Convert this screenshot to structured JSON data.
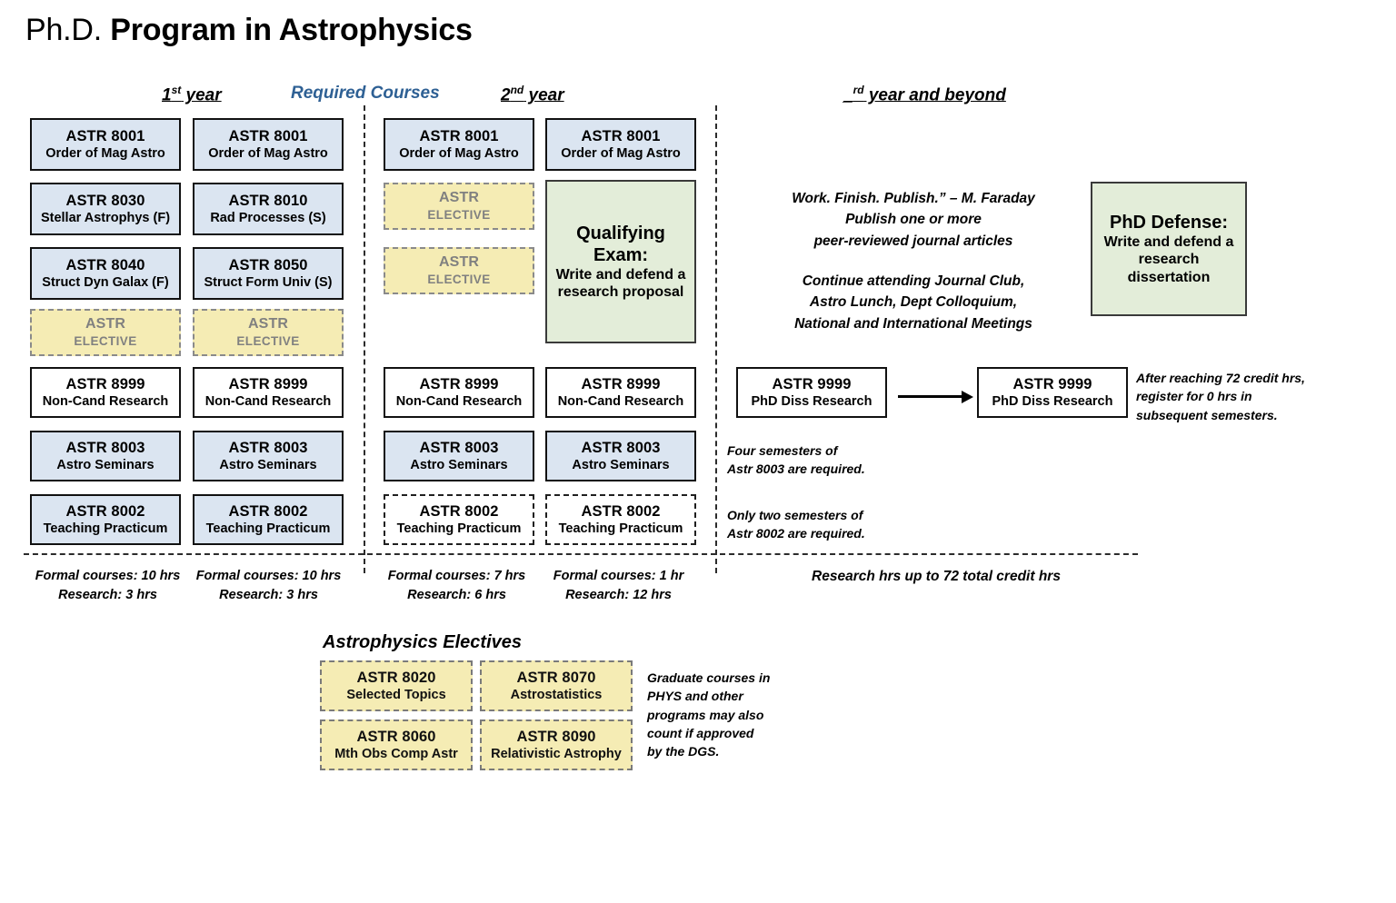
{
  "title": {
    "light": "Ph.D.",
    "bold": "Program in Astrophysics"
  },
  "headers": {
    "year1": {
      "num": "1",
      "ord": "st",
      "word": " year"
    },
    "required_courses": "Required Courses",
    "year2": {
      "num": "2",
      "ord": "nd",
      "word": " year"
    },
    "year3": {
      "num": "_",
      "ord": "rd",
      "word": " year and beyond"
    }
  },
  "year1": {
    "fall": [
      {
        "code": "ASTR 8001",
        "name": "Order of Mag Astro",
        "style": "blue"
      },
      {
        "code": "ASTR 8030",
        "name": "Stellar Astrophys (F)",
        "style": "blue"
      },
      {
        "code": "ASTR 8040",
        "name": "Struct Dyn Galax (F)",
        "style": "blue"
      },
      {
        "code": "ASTR",
        "name": "ELECTIVE",
        "style": "elective"
      },
      {
        "code": "ASTR 8999",
        "name": "Non-Cand Research",
        "style": "white"
      },
      {
        "code": "ASTR 8003",
        "name": "Astro Seminars",
        "style": "blue"
      },
      {
        "code": "ASTR 8002",
        "name": "Teaching Practicum",
        "style": "blue"
      }
    ],
    "spring": [
      {
        "code": "ASTR 8001",
        "name": "Order of Mag Astro",
        "style": "blue"
      },
      {
        "code": "ASTR 8010",
        "name": "Rad Processes (S)",
        "style": "blue"
      },
      {
        "code": "ASTR 8050",
        "name": "Struct Form Univ (S)",
        "style": "blue"
      },
      {
        "code": "ASTR",
        "name": "ELECTIVE",
        "style": "elective"
      },
      {
        "code": "ASTR 8999",
        "name": "Non-Cand Research",
        "style": "white"
      },
      {
        "code": "ASTR 8003",
        "name": "Astro Seminars",
        "style": "blue"
      },
      {
        "code": "ASTR 8002",
        "name": "Teaching Practicum",
        "style": "blue"
      }
    ],
    "summary_fall": "Formal courses: 10 hrs\nResearch: 3 hrs",
    "summary_spring": "Formal courses: 10 hrs\nResearch: 3 hrs"
  },
  "year2": {
    "fall": [
      {
        "code": "ASTR 8001",
        "name": "Order of Mag Astro",
        "style": "blue"
      },
      {
        "code": "ASTR",
        "name": "ELECTIVE",
        "style": "elective"
      },
      {
        "code": "ASTR",
        "name": "ELECTIVE",
        "style": "elective"
      },
      {
        "code": "ASTR 8999",
        "name": "Non-Cand Research",
        "style": "white"
      },
      {
        "code": "ASTR 8003",
        "name": "Astro Seminars",
        "style": "blue"
      },
      {
        "code": "ASTR 8002",
        "name": "Teaching Practicum",
        "style": "dashed-white"
      }
    ],
    "spring": [
      {
        "code": "ASTR 8001",
        "name": "Order of Mag Astro",
        "style": "blue"
      },
      {
        "code": "ASTR 8999",
        "name": "Non-Cand Research",
        "style": "white"
      },
      {
        "code": "ASTR 8003",
        "name": "Astro Seminars",
        "style": "blue"
      },
      {
        "code": "ASTR 8002",
        "name": "Teaching Practicum",
        "style": "dashed-white"
      }
    ],
    "qualifying_exam": {
      "head_line1": "Qualifying",
      "head_line2": "Exam:",
      "sub": "Write and defend a\nresearch proposal"
    },
    "summary_fall": "Formal courses: 7 hrs\nResearch: 6 hrs",
    "summary_spring": "Formal courses: 1 hr\nResearch: 12 hrs"
  },
  "year3": {
    "quote": "Work.  Finish. Publish.”  – M. Faraday\nPublish one or more\npeer-reviewed journal articles",
    "continue_note": "Continue attending Journal Club,\nAstro Lunch, Dept Colloquium,\nNational and International Meetings",
    "defense": {
      "head": "PhD Defense:",
      "sub": "Write and defend a\nresearch dissertation"
    },
    "research_boxes": [
      {
        "code": "ASTR 9999",
        "name": "PhD Diss Research"
      },
      {
        "code": "ASTR 9999",
        "name": "PhD Diss Research"
      }
    ],
    "credit_note": "After reaching 72 credit hrs,\nregister for 0 hrs in\nsubsequent semesters.",
    "seminar_note": "Four semesters of\nAstr 8003 are required.",
    "practicum_note": "Only two semesters of\nAstr 8002 are required.",
    "summary": "Research hrs up to 72 total credit hrs"
  },
  "electives": {
    "title": "Astrophysics Electives",
    "items": [
      {
        "code": "ASTR 8020",
        "name": "Selected Topics"
      },
      {
        "code": "ASTR 8070",
        "name": "Astrostatistics"
      },
      {
        "code": "ASTR 8060",
        "name": "Mth Obs Comp Astr"
      },
      {
        "code": "ASTR 8090",
        "name": "Relativistic Astrophy"
      }
    ],
    "note": "Graduate courses in\nPHYS and other\nprograms may also\ncount if approved\nby the DGS."
  },
  "colors": {
    "blue_fill": "#dbe5f1",
    "yellow_fill": "#f5ecb4",
    "green_fill": "#e3edd9",
    "accent_blue": "#2e6094"
  }
}
